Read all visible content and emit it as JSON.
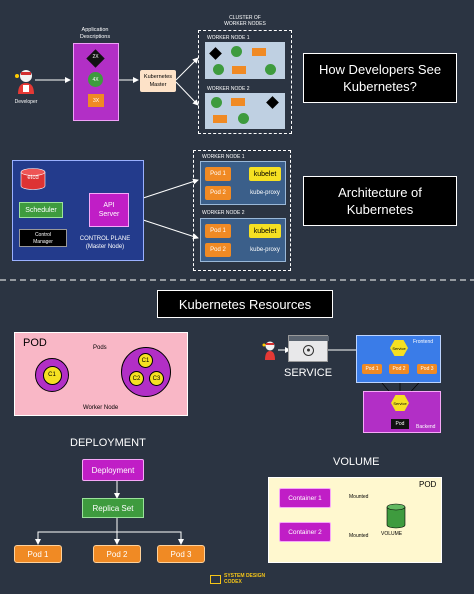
{
  "top": {
    "developer_label": "Developer",
    "app_desc_label_1": "Application",
    "app_desc_label_2": "Descriptions",
    "badge_2x": "2X",
    "badge_4x_a": "4X",
    "badge_3x": "3X",
    "k8s_master_1": "Kubernetes",
    "k8s_master_2": "Master",
    "cluster_label_1": "CLUSTER OF",
    "cluster_label_2": "WORKER NODES",
    "worker_node_1": "WORKER NODE 1",
    "worker_node_2": "WORKER NODE 2",
    "title_1": "How Developers See",
    "title_2": "Kubernetes?"
  },
  "architecture": {
    "etcd": "etcd",
    "scheduler": "Scheduler",
    "control_manager_1": "Control",
    "control_manager_2": "Manager",
    "api_server_1": "API",
    "api_server_2": "Server",
    "control_plane_1": "CONTROL PLANE",
    "control_plane_2": "(Master Node)",
    "worker_node_1": "WORKER NODE 1",
    "worker_node_2": "WORKER NODE 2",
    "pod1": "Pod 1",
    "pod2": "Pod 2",
    "kubelet": "kubelet",
    "kube_proxy": "kube-proxy",
    "title_1": "Architecture of",
    "title_2": "Kubernetes"
  },
  "resources": {
    "title": "Kubernetes Resources"
  },
  "pod": {
    "title": "POD",
    "pods_label": "Pods",
    "c1": "C1",
    "c2": "C2",
    "c3": "C3",
    "worker_node": "Worker Node"
  },
  "service": {
    "label": "SERVICE",
    "frontend": "Frontend",
    "backend": "Backend",
    "service_node": "Service",
    "pod1": "Pod 1",
    "pod2": "Pod 2",
    "pod3": "Pod 3",
    "pod": "Pod"
  },
  "deployment": {
    "title": "DEPLOYMENT",
    "deployment": "Deployment",
    "replica_set": "Replica Set",
    "pod1": "Pod 1",
    "pod2": "Pod 2",
    "pod3": "Pod 3"
  },
  "volume": {
    "title": "VOLUME",
    "pod": "POD",
    "container1": "Container 1",
    "container2": "Container 2",
    "mounted1": "Mounted",
    "mounted2": "Mounted",
    "volume": "VOLUME"
  },
  "brand": {
    "line1": "SYSTEM DESIGN",
    "line2": "CODEX"
  }
}
